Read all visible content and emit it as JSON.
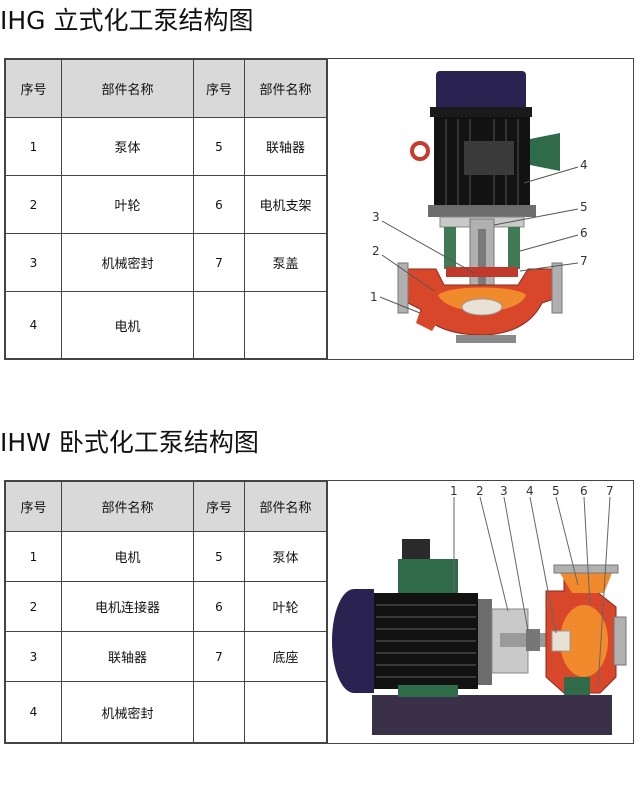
{
  "section1": {
    "title": "IHG 立式化工泵结构图",
    "headers": [
      "序号",
      "部件名称",
      "序号",
      "部件名称"
    ],
    "rows": [
      [
        "1",
        "泵体",
        "5",
        "联轴器"
      ],
      [
        "2",
        "叶轮",
        "6",
        "电机支架"
      ],
      [
        "3",
        "机械密封",
        "7",
        "泵盖"
      ],
      [
        "4",
        "电机",
        "",
        ""
      ]
    ],
    "callouts": [
      "1",
      "2",
      "3",
      "4",
      "5",
      "6",
      "7"
    ]
  },
  "section2": {
    "title": "IHW 卧式化工泵结构图",
    "headers": [
      "序号",
      "部件名称",
      "序号",
      "部件名称"
    ],
    "rows": [
      [
        "1",
        "电机",
        "5",
        "泵体"
      ],
      [
        "2",
        "电机连接器",
        "6",
        "叶轮"
      ],
      [
        "3",
        "联轴器",
        "7",
        "底座"
      ],
      [
        "4",
        "机械密封",
        "",
        ""
      ]
    ],
    "callouts": [
      "1",
      "2",
      "3",
      "4",
      "5",
      "6",
      "7"
    ]
  },
  "colors": {
    "motor": "#2a2250",
    "motor_dark": "#111111",
    "pump_red": "#d9472b",
    "pump_orange": "#f08a2c",
    "support_green": "#3f7a55",
    "base_purple": "#3a3048",
    "header_gray": "#d9d9d9"
  }
}
